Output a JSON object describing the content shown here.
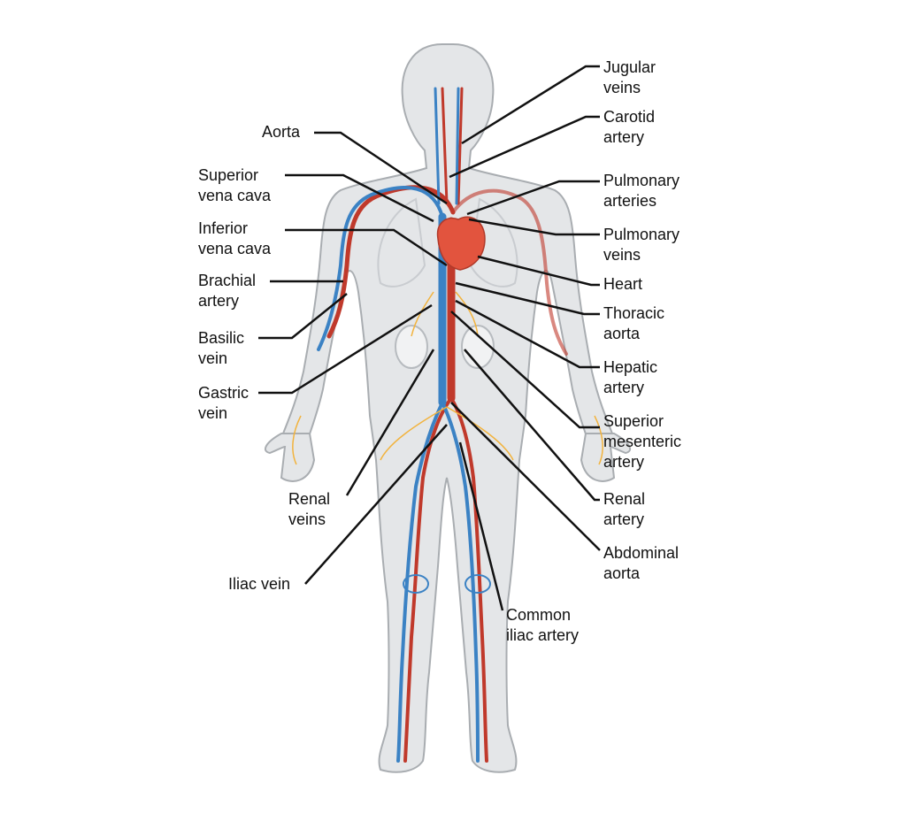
{
  "colors": {
    "body_fill": "#e4e6e8",
    "body_outline": "#a9adb1",
    "vein": "#3b82c4",
    "artery": "#c0392b",
    "nerve_small": "#f2b33d",
    "heart": "#e2543e",
    "leader": "#111111"
  },
  "labels": {
    "aorta": "Aorta",
    "superior_vena_cava": "Superior\nvena cava",
    "inferior_vena_cava": "Inferior\nvena cava",
    "brachial_artery": "Brachial\nartery",
    "basilic_vein": "Basilic\nvein",
    "gastric_vein": "Gastric\nvein",
    "renal_veins": "Renal\nveins",
    "iliac_vein": "Iliac vein",
    "jugular_veins": "Jugular\nveins",
    "carotid_artery": "Carotid\nartery",
    "pulmonary_arteries": "Pulmonary\narteries",
    "pulmonary_veins": "Pulmonary\nveins",
    "heart": "Heart",
    "thoracic_aorta": "Thoracic\naorta",
    "hepatic_artery": "Hepatic\nartery",
    "superior_mesenteric_artery": "Superior\nmesenteric\nartery",
    "renal_artery": "Renal\nartery",
    "abdominal_aorta": "Abdominal\naorta",
    "common_iliac_artery": "Common\niliac artery"
  }
}
